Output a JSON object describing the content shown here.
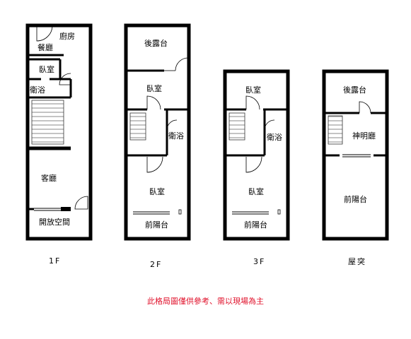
{
  "floors": [
    {
      "label": "1F",
      "rooms": [
        "廚房",
        "餐廳",
        "臥室",
        "衛浴",
        "客廳",
        "開放空間"
      ]
    },
    {
      "label": "2F",
      "rooms": [
        "後露台",
        "臥室",
        "衛浴",
        "臥室",
        "前陽台"
      ]
    },
    {
      "label": "3F",
      "rooms": [
        "臥室",
        "衛浴",
        "臥室",
        "前陽台"
      ]
    },
    {
      "label": "屋突",
      "rooms": [
        "後露台",
        "神明廳",
        "前陽台"
      ]
    }
  ],
  "disclaimer": "此格局圖僅供參考、需以現場為主",
  "colors": {
    "wall": "#000000",
    "disclaimer": "#e0102a"
  }
}
